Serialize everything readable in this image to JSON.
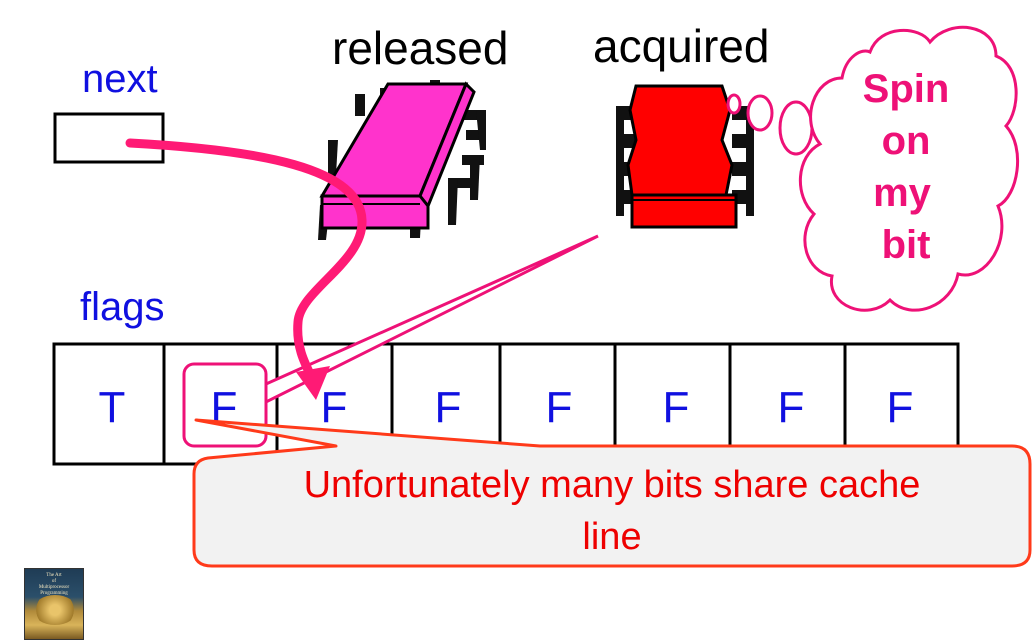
{
  "labels": {
    "next": "next",
    "released": "released",
    "acquired": "acquired",
    "flags": "flags"
  },
  "thought_bubble": {
    "lines": [
      "Spin",
      "on",
      "my",
      "bit"
    ]
  },
  "flags_cells": [
    "T",
    "F",
    "F",
    "F",
    "F",
    "F",
    "F",
    "F"
  ],
  "callout": {
    "lines": [
      "Unfortunately many bits share cache",
      "line"
    ]
  },
  "book": {
    "title_lines": [
      "The Art",
      "of",
      "Multiprocessor",
      "Programming"
    ]
  },
  "colors": {
    "label_blue": "#1010e0",
    "pink": "#ff33cc",
    "red": "#ff0000",
    "arrow_pink": "#ff1a75",
    "callout_text": "#ee0000",
    "callout_border": "#ff3a1a",
    "callout_fill": "#f2f2f2"
  }
}
